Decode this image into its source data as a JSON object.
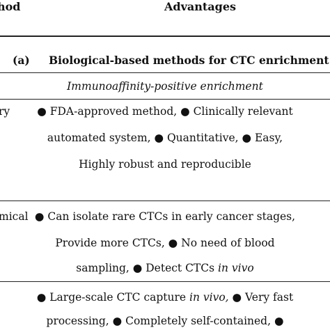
{
  "table": {
    "header": {
      "method_partial": "hod",
      "advantages": "Advantages"
    },
    "section": {
      "label": "(a)",
      "title": "Biological-based methods for CTC enrichment"
    },
    "subsection": "Immunoaffinity-positive enrichment",
    "rows": [
      {
        "method_partial": "ry",
        "lines": [
          "● FDA-approved method, ● Clinically relevant",
          "automated system, ● Quantitative, ● Easy,",
          "Highly robust and reproducible"
        ]
      },
      {
        "method_partial": "mical",
        "lines": [
          "● Can isolate rare CTCs in early cancer stages,",
          "Provide more CTCs, ● No need of blood",
          "sampling, ● Detect CTCs "
        ],
        "italic_tail": "in vivo"
      },
      {
        "lines": [
          "● Large-scale CTC capture ",
          "processing, ● Completely self-contained, ●"
        ],
        "line1_italic": "in vivo,",
        "line1_tail": " ● Very fast"
      }
    ]
  }
}
